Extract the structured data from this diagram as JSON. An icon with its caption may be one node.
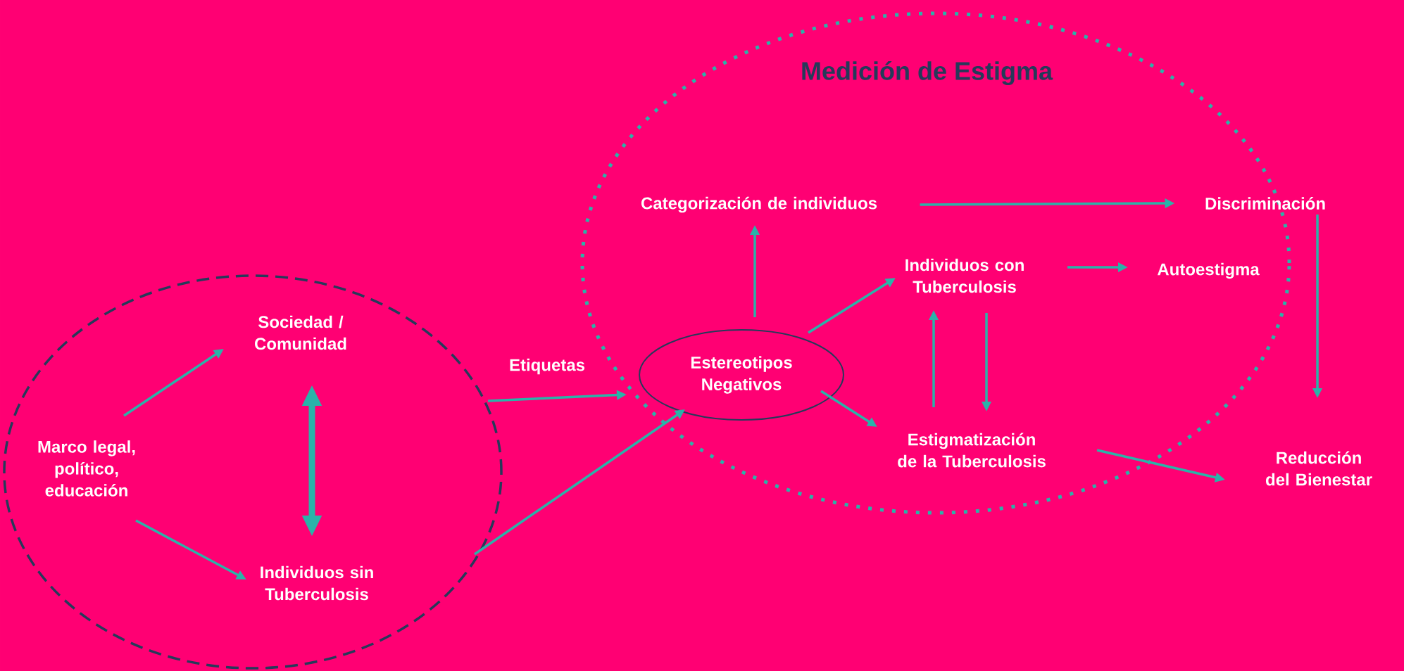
{
  "diagram": {
    "nodes": [
      {
        "text": [
          "Medición de Estigma"
        ]
      },
      {
        "text": [
          "Categorización de individuos"
        ],
        "in": 0
      },
      {
        "text": [
          "Discriminación"
        ]
      },
      {
        "text": [
          "Individuos con Tuberculosis"
        ],
        "in": 0
      },
      {
        "text": [
          "Autoestigma"
        ],
        "in": 0
      },
      {
        "text": [
          "Estereotipos Negativos"
        ],
        "in": 0
      },
      {
        "text": [
          "Estigmatización de la Tuberculosis"
        ],
        "in": 0
      },
      {
        "text": [
          "Reducción del Bienestar"
        ]
      },
      {
        "text": [],
        "shape": "ellipse"
      },
      {
        "text": [
          "Sociedad / Comunidad"
        ],
        "in": 8
      },
      {
        "text": [
          "Marco legal, político, educación"
        ],
        "in": 8
      },
      {
        "text": [
          "Individuos sin Tuberculosis"
        ],
        "in": 8
      }
    ],
    "edges": [
      {
        "from": 10,
        "to": 9,
        "arrow": "to"
      },
      {
        "from": 10,
        "to": 11,
        "arrow": "to"
      },
      {
        "from": 9,
        "to": 11,
        "arrow": "both",
        "style": "thick"
      },
      {
        "from": 8,
        "to": 5,
        "arrow": "to",
        "label": "Etiquetas"
      },
      {
        "from": 8,
        "to": 5,
        "arrow": "to"
      },
      {
        "from": 5,
        "to": 1,
        "arrow": "to"
      },
      {
        "from": 5,
        "to": 3,
        "arrow": "to"
      },
      {
        "from": 5,
        "to": 6,
        "arrow": "to"
      },
      {
        "from": 1,
        "to": 2,
        "arrow": "to"
      },
      {
        "from": 3,
        "to": 4,
        "arrow": "to"
      },
      {
        "from": 3,
        "to": 6,
        "arrow": "to"
      },
      {
        "from": 6,
        "to": 3,
        "arrow": "to"
      },
      {
        "from": 2,
        "to": 7,
        "arrow": "to"
      },
      {
        "from": 6,
        "to": 7,
        "arrow": "to"
      }
    ]
  }
}
